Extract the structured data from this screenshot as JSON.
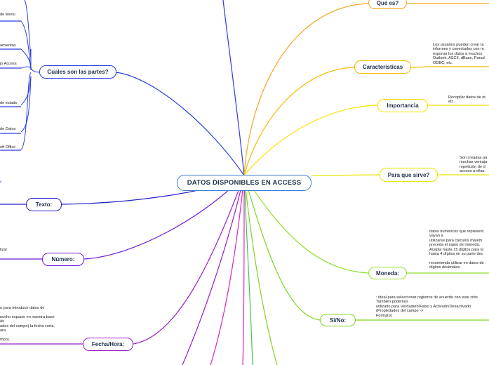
{
  "center": "DATOS DISPONIBLES EN ACCESS",
  "left_branch": {
    "title": "Cuales son las partes?",
    "items": [
      "de Menú",
      "amientas",
      "jo Access",
      "de estado",
      "de Datos",
      "oft Office"
    ]
  },
  "topics": {
    "que_es": "Qué es?",
    "caracteristicas": "Características",
    "caracteristicas_text": "Los usuarios pueden crear ta\ninformes y conectarlos con m\nexportar los datos a muchos\nOutlook, ASCII, dBase, Parad\nODBC, etc.",
    "importancia": "Importancia",
    "importancia_text": "Recopilar datos de ot\netc.",
    "para_que": "Para que sirve?",
    "para_que_text": "Son creadas pa\nmuchas ventaja\nrepetición de d\nacceso a ellas.",
    "moneda": "Moneda:",
    "moneda_text": "datos numéricos que represent\nvayan a\nutilizarse para cálculos matem\npreceda el signo de moneda.\nAcepta hasta 15 dígitos para la\nhasta 4 dígitos en su parte dec\n\nrecomienda utilizar en datos de\ndígitos decimales.",
    "si_no": "Si/No:",
    "si_no_text": ": ideal para seleccionar registros de acuerdo con este crite\nTambién podemos\nutilizarlo para Verdadero/Falso y Activado/Desactivado\n(Propiedades del campo ->\nFormato)",
    "texto": "Texto:",
    "numero": "Número:",
    "numero_text": "lizar",
    "fecha": "Fecha/Hora:",
    "fecha_text": "o para introducir datos de\n\nnucho espacio en nuestra base\nás\nades del campo) la fecha corta.\nara\n\nmpo)."
  },
  "colors": {
    "center": "#3a7bd5",
    "left": "#2a3ee0",
    "que_es": "#f5a623",
    "caracteristicas": "#f5b800",
    "importancia": "#ffe000",
    "para_que": "#e6e600",
    "moneda": "#8fe02a",
    "si_no": "#7ed321",
    "texto": "#2020c8",
    "numero": "#6a1bd8",
    "fecha": "#9b1ec8"
  }
}
